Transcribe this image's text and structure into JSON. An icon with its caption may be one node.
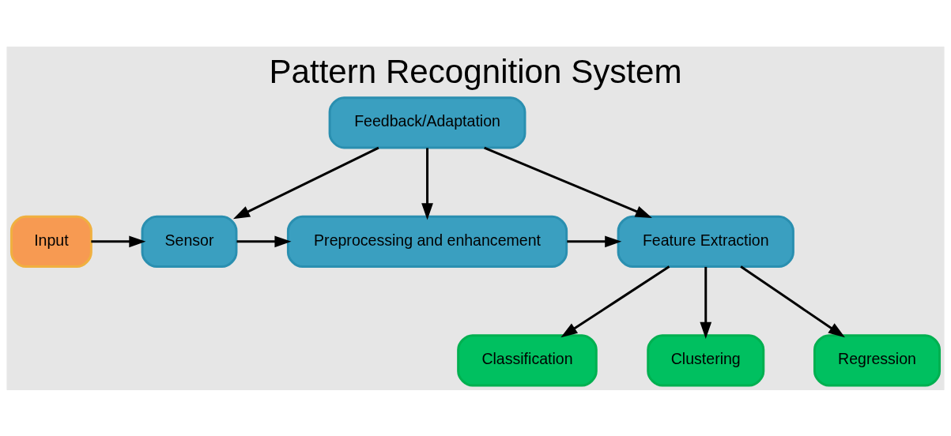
{
  "diagram": {
    "title": "Pattern Recognition System",
    "nodes": [
      {
        "text": [
          "Feedback/Adaptation"
        ]
      },
      {
        "text": [
          "Input"
        ]
      },
      {
        "text": [
          "Sensor"
        ]
      },
      {
        "text": [
          "Preprocessing and enhancement"
        ]
      },
      {
        "text": [
          "Feature Extraction"
        ]
      },
      {
        "text": [
          "Classification"
        ]
      },
      {
        "text": [
          "Clustering"
        ]
      },
      {
        "text": [
          "Regression"
        ]
      }
    ],
    "edges": [
      {
        "from": 0,
        "to": 2,
        "arrow": "to"
      },
      {
        "from": 0,
        "to": 3,
        "arrow": "to"
      },
      {
        "from": 0,
        "to": 4,
        "arrow": "to"
      },
      {
        "from": 1,
        "to": 2,
        "arrow": "to"
      },
      {
        "from": 2,
        "to": 3,
        "arrow": "to"
      },
      {
        "from": 3,
        "to": 4,
        "arrow": "to"
      },
      {
        "from": 4,
        "to": 5,
        "arrow": "to"
      },
      {
        "from": 4,
        "to": 6,
        "arrow": "to"
      },
      {
        "from": 4,
        "to": 7,
        "arrow": "to"
      }
    ]
  }
}
